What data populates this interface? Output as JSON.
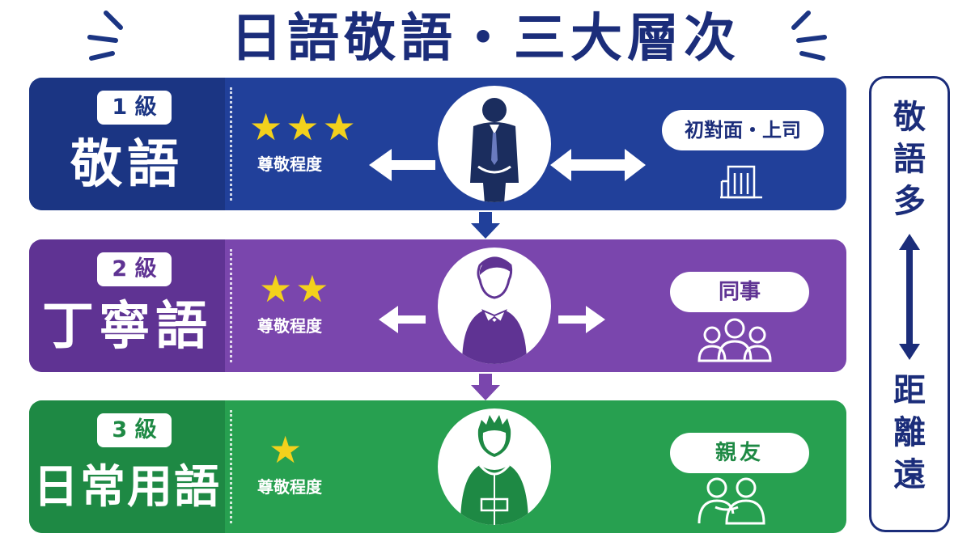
{
  "title": "日語敬語・三大層次",
  "levels": [
    {
      "badge": "1 級",
      "name": "敬語",
      "stars": "★★★",
      "respect_label": "尊敬程度",
      "target": "初對面・上司",
      "target_icon": "building-icon",
      "person_icon": "bowing-businessman-icon",
      "colors": {
        "panel": "#21409a",
        "left": "#1b3583"
      }
    },
    {
      "badge": "2 級",
      "name": "丁寧語",
      "stars": "★★",
      "respect_label": "尊敬程度",
      "target": "同事",
      "target_icon": "group-of-people-icon",
      "person_icon": "person-in-collared-shirt-icon",
      "colors": {
        "panel": "#7a46ad",
        "left": "#5f3393"
      }
    },
    {
      "badge": "3 級",
      "name": "日常用語",
      "stars": "★",
      "respect_label": "尊敬程度",
      "target": "親友",
      "target_icon": "two-friends-icon",
      "person_icon": "person-in-hoodie-icon",
      "colors": {
        "panel": "#27a050",
        "left": "#1e8944"
      }
    }
  ],
  "scale": {
    "top_label": "敬語多",
    "bottom_label": "距離遠",
    "arrow_icon": "double-vertical-arrow-icon"
  },
  "colors": {
    "title": "#1b2d7a",
    "star": "#f3d11c"
  }
}
